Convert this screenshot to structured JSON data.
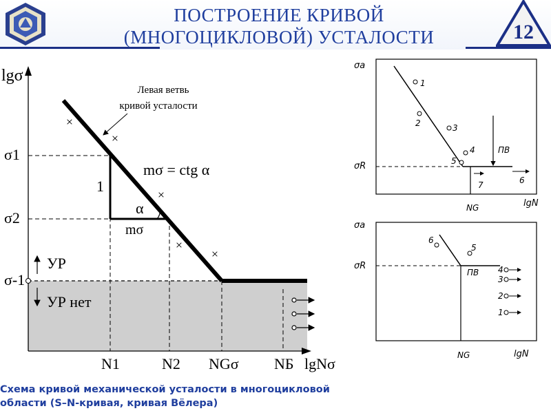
{
  "header": {
    "title_line1": "ПОСТРОЕНИЕ КРИВОЙ",
    "title_line2": "(МНОГОЦИКЛОВОЙ) УСТАЛОСТИ",
    "slide_number": "12",
    "accent_color": "#1f3e9e",
    "logo_icon": "university-emblem-icon"
  },
  "main_diagram": {
    "y_axis_label": "lgσ",
    "x_axis_label": "lgNσ",
    "callout_line1": "Левая ветвь",
    "callout_line2": "кривой усталости",
    "formula": "mσ = ctg α",
    "sigma1": "σ1",
    "sigma2": "σ2",
    "sigma_minus1": "σ-1",
    "leg_vertical": "1",
    "leg_horizontal": "mσ",
    "angle": "α",
    "zone_above": "УР",
    "zone_below": "УР нет",
    "ticks": [
      "N1",
      "N2",
      "NGσ",
      "NБ"
    ]
  },
  "top_right_diagram": {
    "y_label": "σa",
    "sigma_r": "σR",
    "x_label": "lgN",
    "ng": "NG",
    "pv": "ПВ",
    "points": [
      "1",
      "2",
      "3",
      "4",
      "5",
      "6",
      "7"
    ]
  },
  "bottom_right_diagram": {
    "y_label": "σa",
    "sigma_r": "σR",
    "x_label": "lgN",
    "ng": "NG",
    "pv": "ПВ",
    "points": [
      "6",
      "5",
      "4",
      "3",
      "2",
      "1"
    ]
  },
  "caption": {
    "line1": "Схема кривой механической усталости в многоцикловой",
    "line2": "области (S–N-кривая, кривая Вёлера)"
  }
}
